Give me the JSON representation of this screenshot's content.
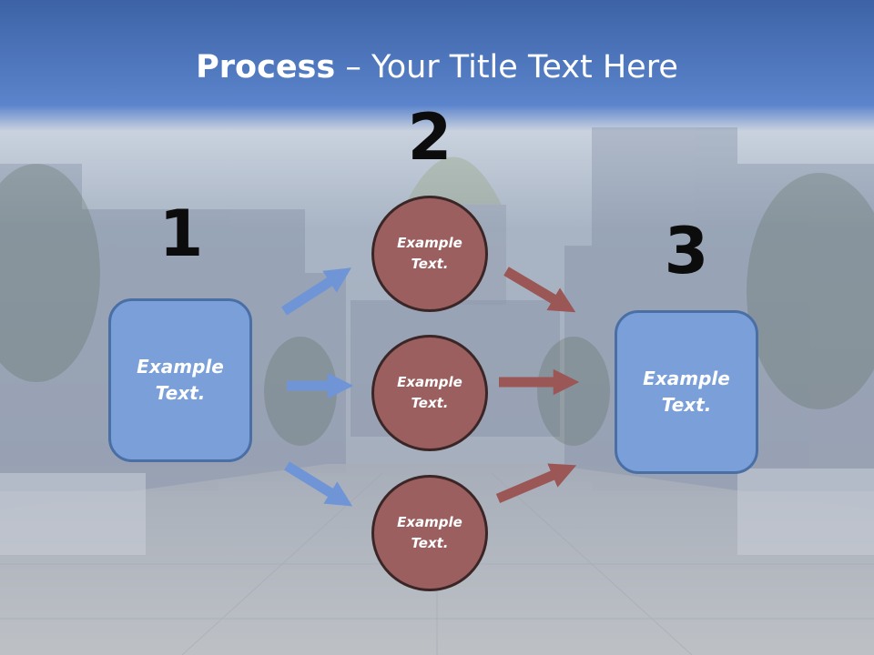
{
  "slide": {
    "title_bold": "Process",
    "title_rest": " – Your Title Text Here"
  },
  "steps": {
    "one": {
      "number": "1",
      "text": "Example\nText."
    },
    "two": {
      "number": "2"
    },
    "three": {
      "number": "3",
      "text": "Example\nText."
    }
  },
  "circles": [
    {
      "text": "Example\nText."
    },
    {
      "text": "Example\nText."
    },
    {
      "text": "Example\nText."
    }
  ],
  "colors": {
    "box_fill": "#7a9fd9",
    "circle_fill": "#9b5f5f",
    "blue_arrow": "#6f95d6",
    "red_arrow": "#9b5656",
    "header_band": "#4f78c4"
  }
}
